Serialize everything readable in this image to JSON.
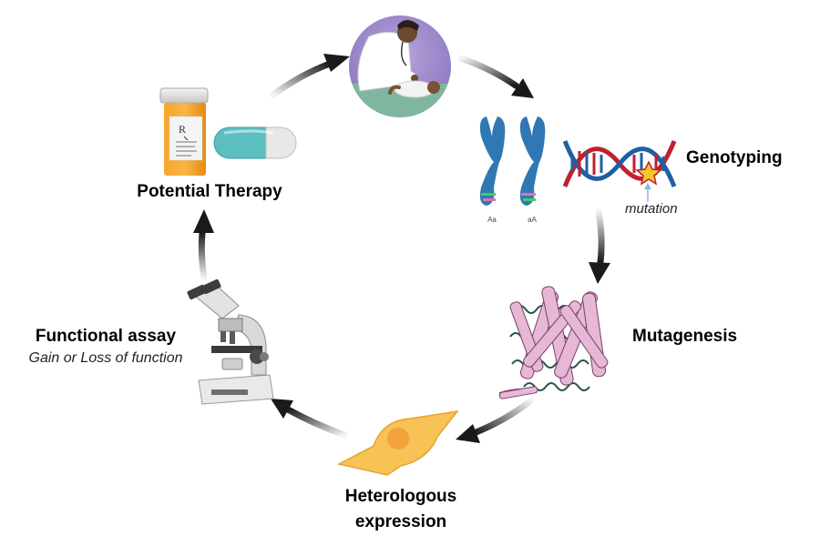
{
  "steps": {
    "genotyping": {
      "label": "Genotyping"
    },
    "mutagenesis": {
      "label": "Mutagenesis"
    },
    "expression": {
      "line1": "Heterologous",
      "line2": "expression"
    },
    "assay": {
      "label": "Functional assay",
      "sublabel": "Gain or Loss of function"
    },
    "therapy": {
      "label": "Potential Therapy"
    }
  },
  "annotations": {
    "mutation": "mutation",
    "allele_left": "Aa",
    "allele_right": "aA",
    "rx": "R"
  },
  "colors": {
    "arrow": "#1a1a1a",
    "chromosome": "#2f78b4",
    "dna_red": "#c0202f",
    "dna_blue": "#1f5fa3",
    "protein": "#e7b7d6",
    "cell": "#f7c256",
    "pill_bottle": "#f39c22",
    "capsule": "#5bbfc0"
  }
}
